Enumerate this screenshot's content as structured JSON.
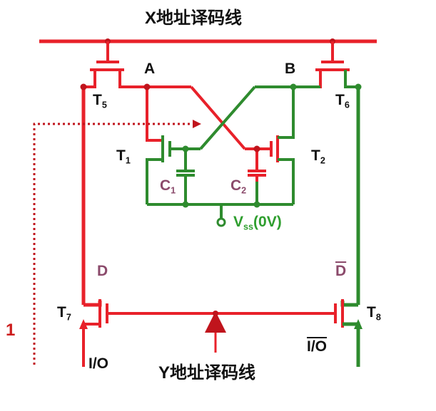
{
  "labels": {
    "x_line": "X地址译码线",
    "y_line": "Y地址译码线",
    "node_a": "A",
    "node_b": "B",
    "t5": {
      "base": "T",
      "sub": "5"
    },
    "t6": {
      "base": "T",
      "sub": "6"
    },
    "t1": {
      "base": "T",
      "sub": "1"
    },
    "t2": {
      "base": "T",
      "sub": "2"
    },
    "t7": {
      "base": "T",
      "sub": "7"
    },
    "t8": {
      "base": "T",
      "sub": "8"
    },
    "c1": {
      "base": "C",
      "sub": "1"
    },
    "c2": {
      "base": "C",
      "sub": "2"
    },
    "vss": {
      "base": "V",
      "sub": "ss",
      "rest": "(0V)"
    },
    "d": "D",
    "d_bar": "D",
    "io": "I/O",
    "io_bar": "I/O",
    "state": "1"
  },
  "colors": {
    "red": "#e8212a",
    "dark_red": "#c0141c",
    "green": "#2e8b2e",
    "purple": "#8b4a6b",
    "black": "#111111"
  }
}
